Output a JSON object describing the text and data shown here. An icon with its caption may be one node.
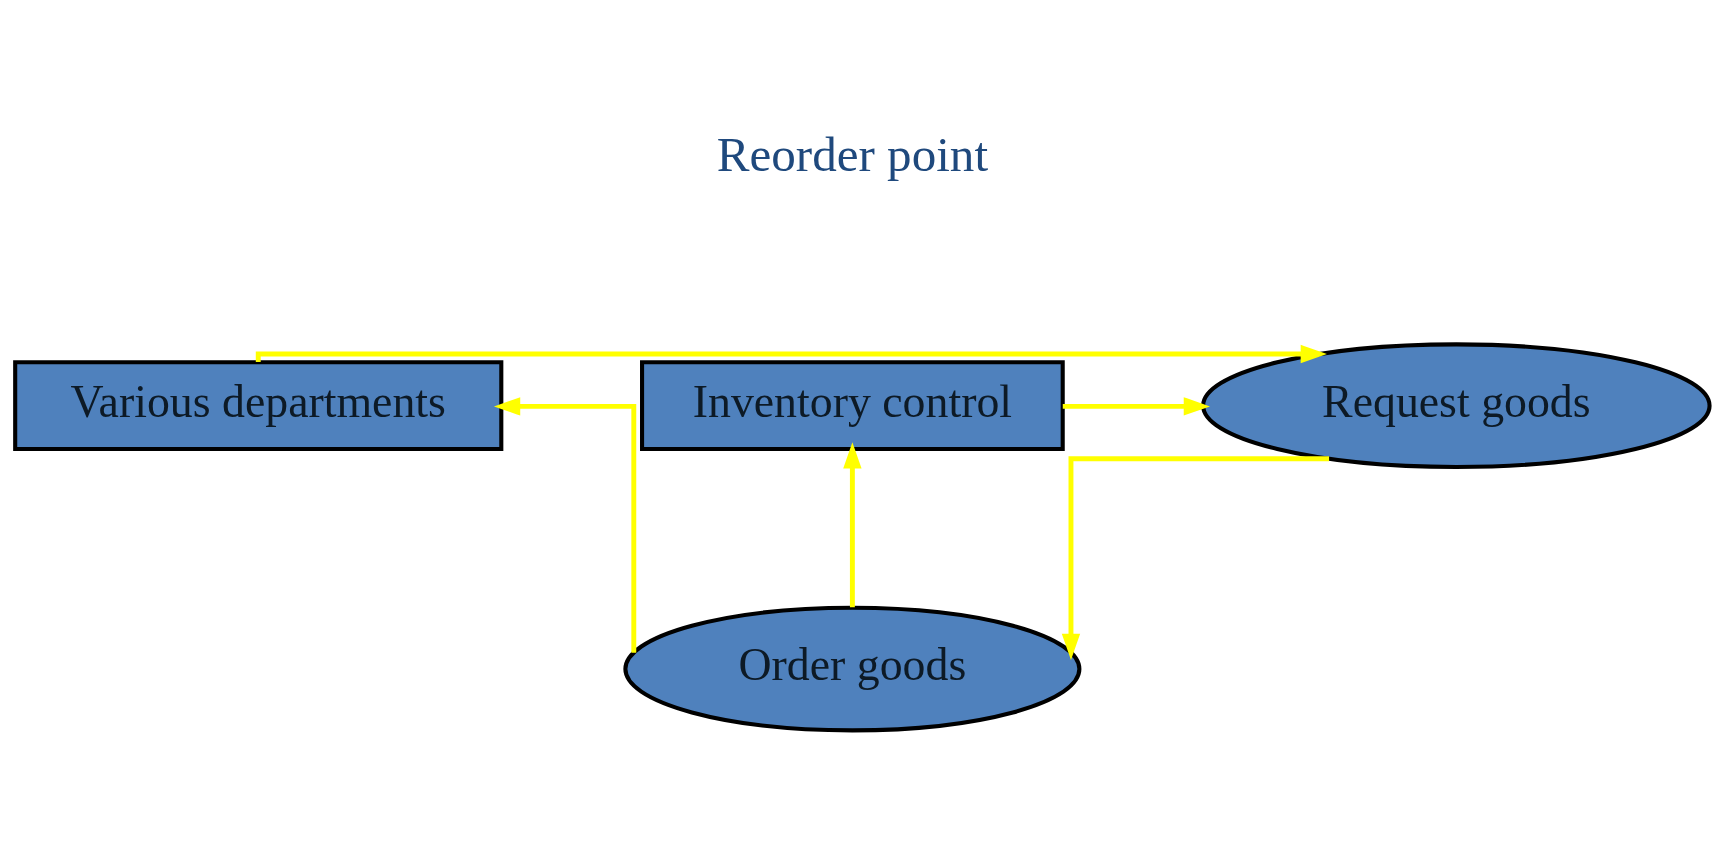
{
  "diagram": {
    "nodes": [
      {
        "text": [
          "Various departments"
        ]
      },
      {
        "text": [
          "Request goods"
        ]
      },
      {
        "text": [
          "Inventory control"
        ]
      },
      {
        "text": [
          "Order goods"
        ]
      }
    ],
    "edges": [
      {
        "from": 0,
        "to": 1,
        "arrow": "to"
      },
      {
        "from": 2,
        "to": 1,
        "arrow": "to"
      },
      {
        "from": 1,
        "to": 3,
        "arrow": "to"
      },
      {
        "from": 3,
        "to": 0,
        "arrow": "to"
      },
      {
        "from": 3,
        "to": 2,
        "arrow": "to"
      }
    ],
    "labels": [
      "Reorder point"
    ]
  }
}
